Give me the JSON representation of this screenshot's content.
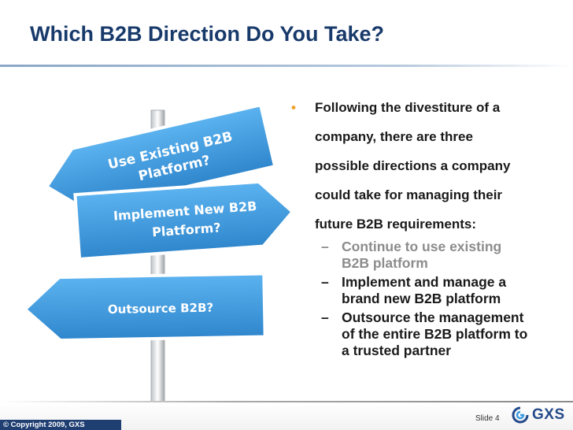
{
  "slide": {
    "title": "Which B2B Direction Do You Take?",
    "slide_number": "Slide 4",
    "copyright": "© Copyright 2009, GXS",
    "logo_text": "GXS"
  },
  "signs": {
    "sign1_line1": "Use Existing B2B",
    "sign1_line2": "Platform?",
    "sign2_line1": "Implement New B2B",
    "sign2_line2": "Platform?",
    "sign3": "Outsource B2B?"
  },
  "bullets": {
    "main_lines": [
      "Following the divestiture  of a",
      "company, there are three",
      "possible directions a company",
      "could take for managing their",
      "future B2B requirements:"
    ],
    "sub1_lines": [
      "Continue to use existing",
      "B2B platform"
    ],
    "sub2_lines": [
      "Implement and manage a",
      "brand new B2B platform"
    ],
    "sub3_lines": [
      "Outsource the management",
      "of the entire B2B platform to",
      "a trusted partner"
    ]
  },
  "colors": {
    "title": "#183a6b",
    "sign_blue": "#3d9be0",
    "bullet_marker": "#f0a020",
    "highlight_gray": "#8c8c8c",
    "copyright_band": "#1f3e72"
  }
}
